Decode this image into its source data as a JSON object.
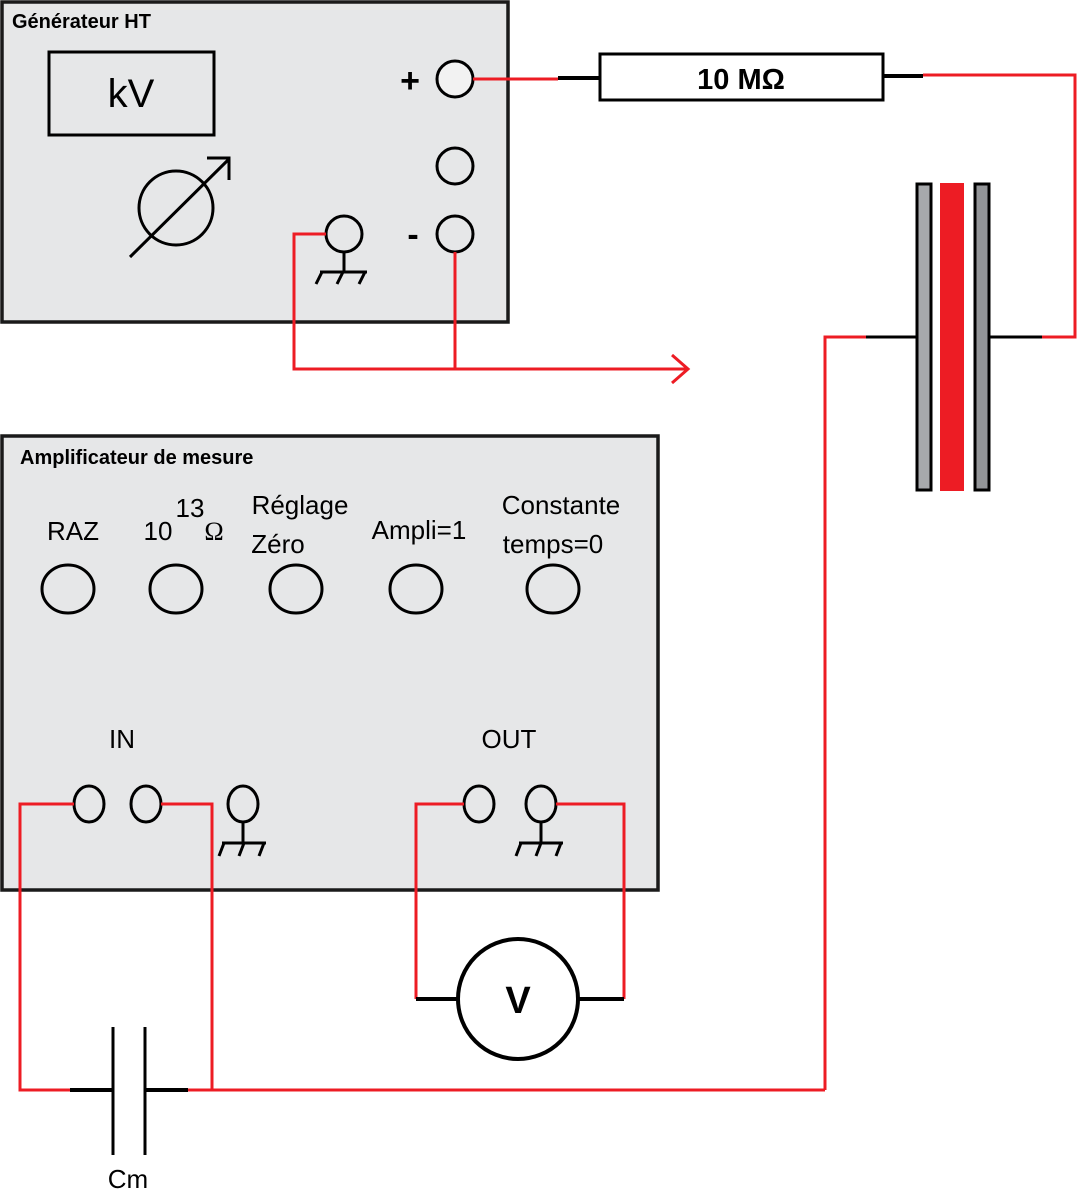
{
  "generator": {
    "title": "Générateur HT",
    "display_unit": "kV",
    "terminal_plus": "+",
    "terminal_minus": "-"
  },
  "resistor": {
    "label": "10 MΩ"
  },
  "amplifier": {
    "title": "Amplificateur de mesure",
    "buttons": [
      {
        "line1": "RAZ",
        "line2": ""
      },
      {
        "line1": "10",
        "sup": "13",
        "unit": "Ω"
      },
      {
        "line1": "Réglage",
        "line2": "Zéro"
      },
      {
        "line1": "Ampli=1",
        "line2": ""
      },
      {
        "line1": "Constante",
        "line2": "temps=0"
      }
    ],
    "input_label": "IN",
    "output_label": "OUT"
  },
  "voltmeter": {
    "label": "V"
  },
  "capacitor": {
    "label": "Cm"
  },
  "colors": {
    "wire": "#ed1c24",
    "panel": "#e6e7e8",
    "plate": "#a7a9ac",
    "dielectric": "#ed1c24"
  }
}
